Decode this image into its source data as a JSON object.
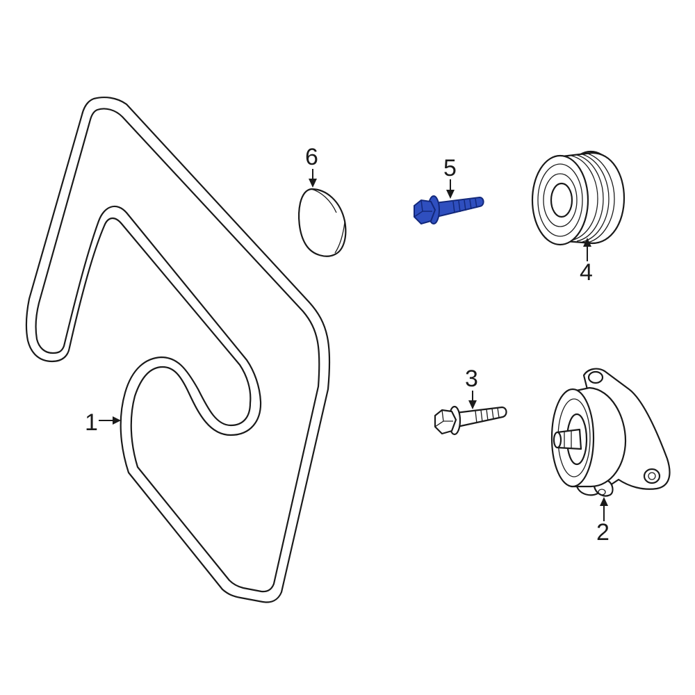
{
  "callouts": {
    "c1": "1",
    "c2": "2",
    "c3": "3",
    "c4": "4",
    "c5": "5",
    "c6": "6"
  },
  "colors": {
    "line": "#1a1a1a",
    "highlight": "#2f4fbf",
    "highlight_stroke": "#13287a",
    "background": "#ffffff"
  },
  "highlighted_part": "5",
  "icons": {
    "part_1": "serpentine-belt-icon",
    "part_2": "belt-tensioner-icon",
    "part_3": "tensioner-bolt-icon",
    "part_4": "idler-pulley-icon",
    "part_5": "pulley-bolt-icon",
    "part_6": "dust-cap-icon"
  }
}
